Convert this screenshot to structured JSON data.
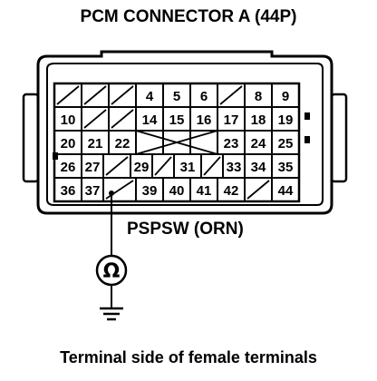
{
  "title": "PCM CONNECTOR A (44P)",
  "signal_label": "PSPSW (ORN)",
  "caption": "Terminal side of female terminals",
  "meter_symbol": "Ω",
  "probe_terminal": "38",
  "rows": [
    [
      {
        "label": ""
      },
      {
        "label": ""
      },
      {
        "label": ""
      },
      {
        "label": "4"
      },
      {
        "label": "5"
      },
      {
        "label": "6"
      },
      {
        "label": ""
      },
      {
        "label": "8"
      },
      {
        "label": "9"
      }
    ],
    [
      {
        "label": "10"
      },
      {
        "label": ""
      },
      {
        "label": ""
      },
      {
        "label": "14"
      },
      {
        "label": "15"
      },
      {
        "label": "16"
      },
      {
        "label": "17"
      },
      {
        "label": "18"
      },
      {
        "label": "19"
      }
    ],
    [
      {
        "label": "20"
      },
      {
        "label": "21"
      },
      {
        "label": "22"
      },
      {
        "label": ""
      },
      {
        "label": ""
      },
      {
        "label": ""
      },
      {
        "label": "23"
      },
      {
        "label": "24"
      },
      {
        "label": "25"
      }
    ],
    [
      {
        "label": "26"
      },
      {
        "label": "27"
      },
      {
        "label": ""
      },
      {
        "label": "29"
      },
      {
        "label": ""
      },
      {
        "label": "31"
      },
      {
        "label": ""
      },
      {
        "label": "33"
      },
      {
        "label": "34"
      },
      {
        "label": "35"
      }
    ],
    [
      {
        "label": "36"
      },
      {
        "label": "37"
      },
      {
        "label": ""
      },
      {
        "label": "39"
      },
      {
        "label": "40"
      },
      {
        "label": "41"
      },
      {
        "label": "42"
      },
      {
        "label": ""
      },
      {
        "label": "44"
      }
    ]
  ]
}
